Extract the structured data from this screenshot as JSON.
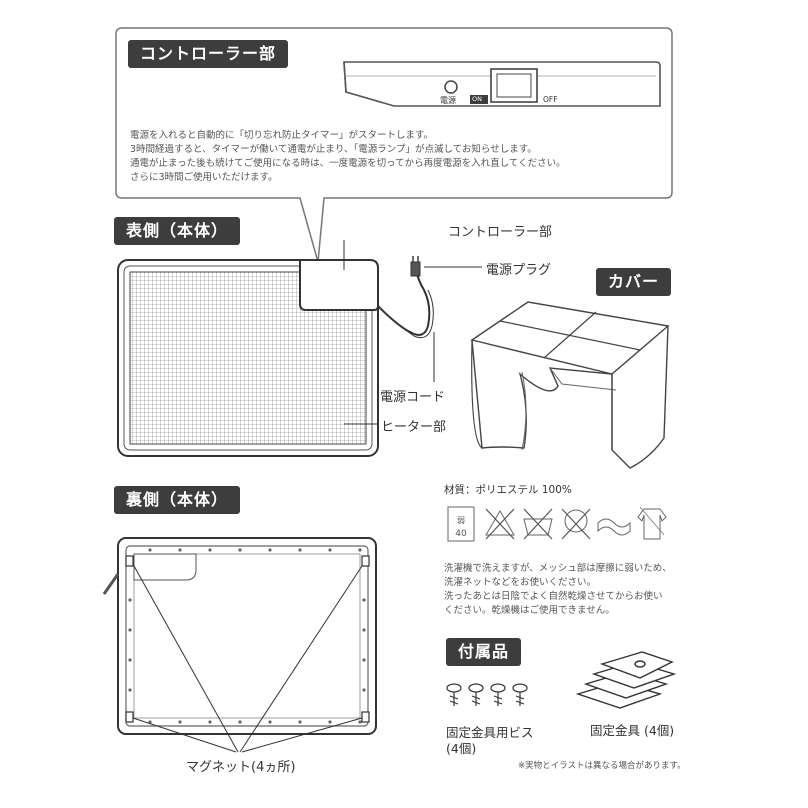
{
  "controller_panel": {
    "tag": "コントローラー部",
    "power_label": "電源",
    "on_label": "ON",
    "off_label": "OFF",
    "description": [
      "電源を入れると自動的に「切り忘れ防止タイマー」がスタートします。",
      "3時間経過すると、タイマーが働いて通電が止まり、「電源ランプ」が点滅してお知らせします。",
      "通電が止まった後も続けてご使用になる時は、一度電源を切ってから再度電源を入れ直してください。",
      "さらに3時間ご使用いただけます。"
    ]
  },
  "front": {
    "tag": "表側（本体）",
    "callouts": {
      "controller": "コントローラー部",
      "plug": "電源プラグ",
      "cord": "電源コード",
      "heater": "ヒーター部"
    }
  },
  "cover": {
    "tag": "カバー",
    "material": "材質：ポリエステル 100%",
    "wash_temp": "40",
    "wash_label": "弱",
    "care_icons": [
      "wash-40-icon",
      "no-bleach-icon",
      "no-tumble-dry-icon",
      "iron-low-icon",
      "wash-net-icon",
      "line-dry-shade-icon"
    ],
    "wash_notes": [
      "洗濯機で洗えますが、メッシュ部は摩擦に弱いため、",
      "洗濯ネットなどをお使いください。",
      "洗ったあとは日陰でよく自然乾燥させてからお使い",
      "ください。乾燥機はご使用できません。"
    ]
  },
  "back": {
    "tag": "裏側（本体）",
    "magnet_label": "マグネット(4ヵ所)"
  },
  "accessories": {
    "tag": "付属品",
    "screws_label_line1": "固定金具用ビス",
    "screws_label_line2": "(4個)",
    "brackets_label": "固定金具 (4個)"
  },
  "footnote": "※実物とイラストは異なる場合があります。"
}
